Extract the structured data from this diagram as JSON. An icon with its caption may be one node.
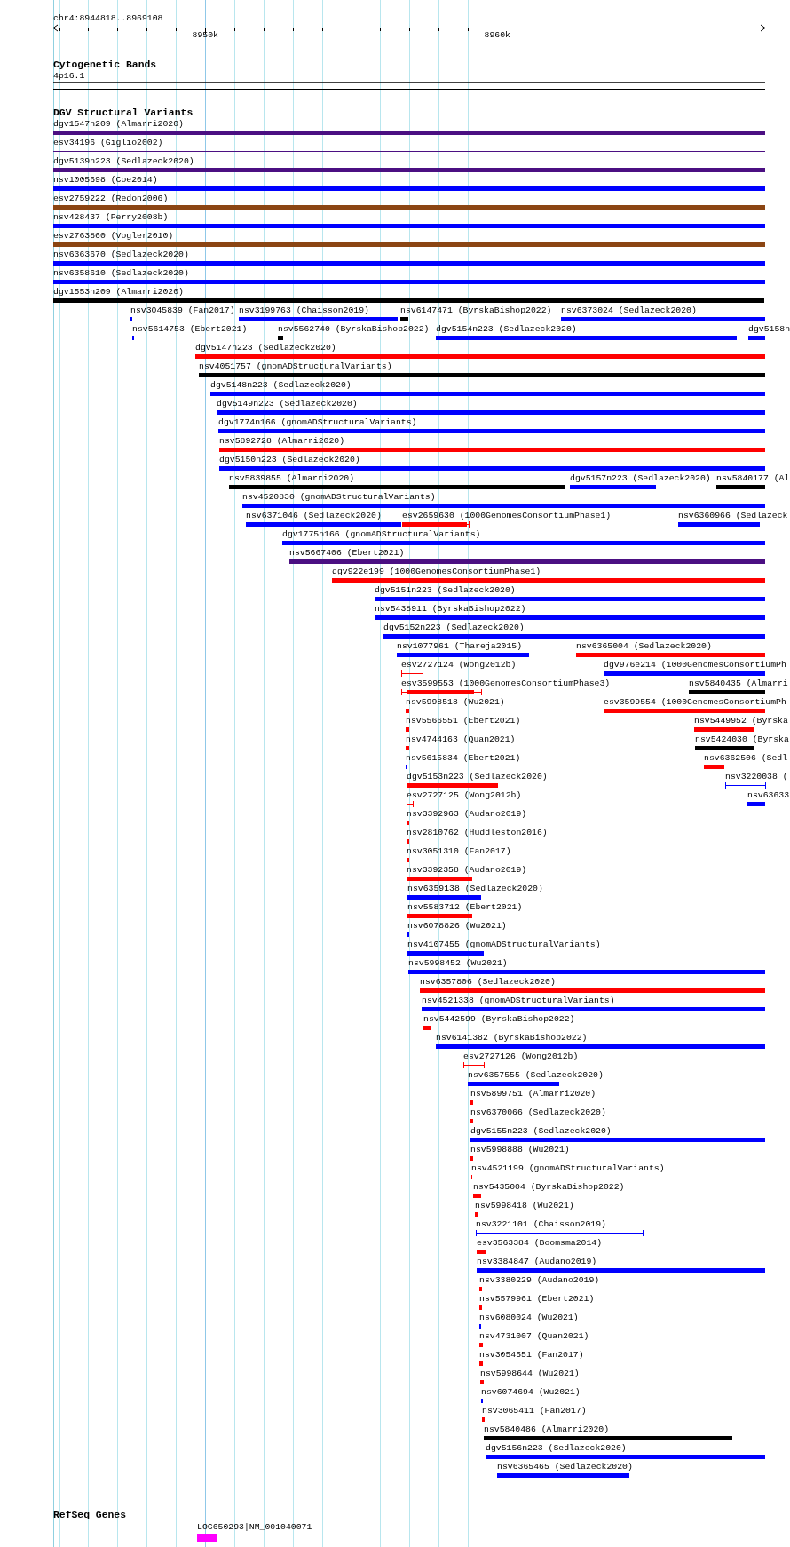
{
  "diagram": {
    "nodes": [
      {
        "text": [
          "dgv1547n209 (Almarri2020)"
        ]
      },
      {
        "text": [
          "esv34196 (Giglio2002)"
        ]
      },
      {
        "text": [
          "dgv5139n223 (Sedlazeck2020)"
        ]
      },
      {
        "text": [
          "nsv1005698 (Coe2014)"
        ]
      },
      {
        "text": [
          "esv2759222 (Redon2006)"
        ]
      },
      {
        "text": [
          "nsv428437 (Perry2008b)"
        ]
      },
      {
        "text": [
          "esv2763860 (Vogler2010)"
        ]
      },
      {
        "text": [
          "nsv6363670 (Sedlazeck2020)"
        ]
      },
      {
        "text": [
          "nsv6358610 (Sedlazeck2020)"
        ]
      },
      {
        "text": [
          "dgv1553n209 (Almarri2020)"
        ]
      },
      {
        "text": [
          "nsv3045839 (Fan2017)"
        ]
      },
      {
        "text": [
          "nsv3199763 (Chaisson2019)"
        ]
      },
      {
        "text": [
          "nsv6147471 (ByrskaBishop2022)"
        ]
      },
      {
        "text": [
          "nsv6373024 (Sedlazeck2020)"
        ]
      },
      {
        "text": [
          "nsv5614753 (Ebert2021)"
        ]
      },
      {
        "text": [
          "nsv5562740 (ByrskaBishop2022)"
        ]
      },
      {
        "text": [
          "dgv5154n223 (Sedlazeck2020)"
        ]
      },
      {
        "text": [
          "dgv5158n"
        ]
      },
      {
        "text": [
          "dgv5147n223 (Sedlazeck2020)"
        ]
      },
      {
        "text": [
          "nsv4051757 (gnomADStructuralVariants)"
        ]
      },
      {
        "text": [
          "dgv5148n223 (Sedlazeck2020)"
        ]
      },
      {
        "text": [
          "dgv5149n223 (Sedlazeck2020)"
        ]
      },
      {
        "text": [
          "dgv1774n166 (gnomADStructuralVariants)"
        ]
      },
      {
        "text": [
          "nsv5892728 (Almarri2020)"
        ]
      },
      {
        "text": [
          "dgv5150n223 (Sedlazeck2020)"
        ]
      },
      {
        "text": [
          "nsv5839855 (Almarri2020)"
        ]
      },
      {
        "text": [
          "dgv5157n223 (Sedlazeck2020)"
        ]
      },
      {
        "text": [
          "nsv5840177 (Al"
        ]
      },
      {
        "text": [
          "nsv4520830 (gnomADStructuralVariants)"
        ]
      },
      {
        "text": [
          "nsv6371046 (Sedlazeck2020)"
        ]
      },
      {
        "text": [
          "esv2659630 (1000GenomesConsortiumPhase1)"
        ]
      },
      {
        "text": [
          "nsv6360966 (Sedlazeck"
        ]
      },
      {
        "text": [
          "dgv1775n166 (gnomADStructuralVariants)"
        ]
      },
      {
        "text": [
          "nsv5667406 (Ebert2021)"
        ]
      },
      {
        "text": [
          "dgv922e199 (1000GenomesConsortiumPhase1)"
        ]
      },
      {
        "text": [
          "dgv5151n223 (Sedlazeck2020)"
        ]
      },
      {
        "text": [
          "nsv5438911 (ByrskaBishop2022)"
        ]
      },
      {
        "text": [
          "dgv5152n223 (Sedlazeck2020)"
        ]
      },
      {
        "text": [
          "nsv1077961 (Thareja2015)"
        ]
      },
      {
        "text": [
          "nsv6365004 (Sedlazeck2020)"
        ]
      },
      {
        "text": [
          "esv2727124 (Wong2012b)"
        ]
      },
      {
        "text": [
          "dgv976e214 (1000GenomesConsortiumPh"
        ]
      },
      {
        "text": [
          "esv3599553 (1000GenomesConsortiumPhase3)"
        ]
      },
      {
        "text": [
          "nsv5840435 (Almarri"
        ]
      },
      {
        "text": [
          "nsv5998518 (Wu2021)"
        ]
      },
      {
        "text": [
          "esv3599554 (1000GenomesConsortiumPh"
        ]
      },
      {
        "text": [
          "nsv5566551 (Ebert2021)"
        ]
      },
      {
        "text": [
          "nsv5449952 (Byrska"
        ]
      },
      {
        "text": [
          "nsv4744163 (Quan2021)"
        ]
      },
      {
        "text": [
          "nsv5424030 (Byrska"
        ]
      },
      {
        "text": [
          "nsv5615834 (Ebert2021)"
        ]
      },
      {
        "text": [
          "nsv6362506 (Sedl"
        ]
      },
      {
        "text": [
          "dgv5153n223 (Sedlazeck2020)"
        ]
      },
      {
        "text": [
          "nsv3220038 ("
        ]
      },
      {
        "text": [
          "esv2727125 (Wong2012b)"
        ]
      },
      {
        "text": [
          "nsv63633"
        ]
      },
      {
        "text": [
          "nsv3392963 (Audano2019)"
        ]
      },
      {
        "text": [
          "nsv2810762 (Huddleston2016)"
        ]
      },
      {
        "text": [
          "nsv3051310 (Fan2017)"
        ]
      },
      {
        "text": [
          "nsv3392358 (Audano2019)"
        ]
      },
      {
        "text": [
          "nsv6359138 (Sedlazeck2020)"
        ]
      },
      {
        "text": [
          "nsv5583712 (Ebert2021)"
        ]
      },
      {
        "text": [
          "nsv6078826 (Wu2021)"
        ]
      },
      {
        "text": [
          "nsv4107455 (gnomADStructuralVariants)"
        ]
      },
      {
        "text": [
          "nsv5998452 (Wu2021)"
        ]
      },
      {
        "text": [
          "nsv6357806 (Sedlazeck2020)"
        ]
      },
      {
        "text": [
          "nsv4521338 (gnomADStructuralVariants)"
        ]
      },
      {
        "text": [
          "nsv5442599 (ByrskaBishop2022)"
        ]
      },
      {
        "text": [
          "nsv6141382 (ByrskaBishop2022)"
        ]
      },
      {
        "text": [
          "esv2727126 (Wong2012b)"
        ]
      },
      {
        "text": [
          "nsv6357555 (Sedlazeck2020)"
        ]
      },
      {
        "text": [
          "nsv5899751 (Almarri2020)"
        ]
      },
      {
        "text": [
          "nsv6370066 (Sedlazeck2020)"
        ]
      },
      {
        "text": [
          "dgv5155n223 (Sedlazeck2020)"
        ]
      },
      {
        "text": [
          "nsv5998888 (Wu2021)"
        ]
      },
      {
        "text": [
          "nsv4521199 (gnomADStructuralVariants)"
        ]
      },
      {
        "text": [
          "nsv5435004 (ByrskaBishop2022)"
        ]
      },
      {
        "text": [
          "nsv5998418 (Wu2021)"
        ]
      },
      {
        "text": [
          "nsv3221101 (Chaisson2019)"
        ]
      },
      {
        "text": [
          "esv3563384 (Boomsma2014)"
        ]
      },
      {
        "text": [
          "nsv3384847 (Audano2019)"
        ]
      },
      {
        "text": [
          "nsv3380229 (Audano2019)"
        ]
      },
      {
        "text": [
          "nsv5579961 (Ebert2021)"
        ]
      },
      {
        "text": [
          "nsv6080024 (Wu2021)"
        ]
      },
      {
        "text": [
          "nsv4731007 (Quan2021)"
        ]
      },
      {
        "text": [
          "nsv3054551 (Fan2017)"
        ]
      },
      {
        "text": [
          "nsv5998644 (Wu2021)"
        ]
      },
      {
        "text": [
          "nsv6074694 (Wu2021)"
        ]
      },
      {
        "text": [
          "nsv3065411 (Fan2017)"
        ]
      },
      {
        "text": [
          "nsv5840486 (Almarri2020)"
        ]
      },
      {
        "text": [
          "dgv5156n223 (Sedlazeck2020)"
        ]
      },
      {
        "text": [
          "nsv6365465 (Sedlazeck2020)"
        ]
      },
      {
        "text": [
          "LOC650293|NM_001040071"
        ]
      }
    ],
    "labels": [
      "chr4:8944818..8969108",
      "8950k",
      "8960k",
      "Cytogenetic Bands",
      "4p16.1",
      "DGV Structural Variants",
      "RefSeq Genes"
    ]
  }
}
